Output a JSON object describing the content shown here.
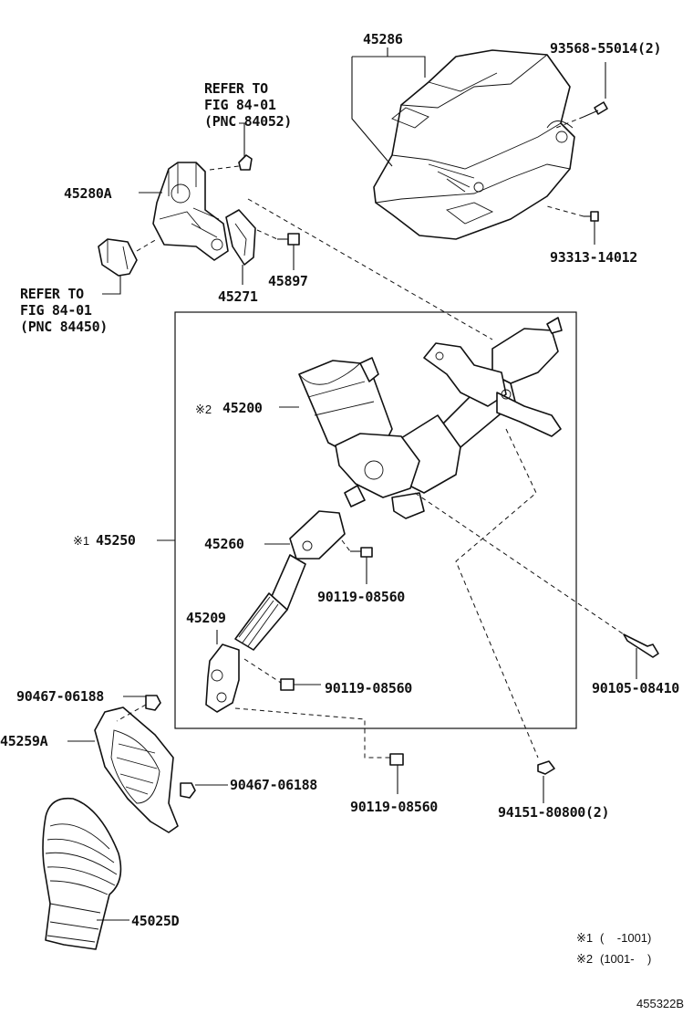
{
  "diagram_id": "455322B",
  "callouts": {
    "c45286": "45286",
    "c93568": "93568-55014(2)",
    "c93313": "93313-14012",
    "refer_a_1": "REFER TO",
    "refer_a_2": "FIG 84-01",
    "refer_a_3": "(PNC 84052)",
    "c45280A": "45280A",
    "c45897": "45897",
    "c45271": "45271",
    "refer_b_1": "REFER TO",
    "refer_b_2": "FIG 84-01",
    "refer_b_3": "(PNC 84450)",
    "c45200_mark": "※2",
    "c45200": "45200",
    "c45250_mark": "※1",
    "c45250": "45250",
    "c45260": "45260",
    "c90119a": "90119-08560",
    "c45209": "45209",
    "c90119b": "90119-08560",
    "c90105": "90105-08410",
    "c90467a": "90467-06188",
    "c45259A": "45259A",
    "c90467b": "90467-06188",
    "c90119c": "90119-08560",
    "c94151": "94151-80800(2)",
    "c45025D": "45025D"
  },
  "notes": {
    "n1_mark": "※1",
    "n1_text": "(    -1001)",
    "n2_mark": "※2",
    "n2_text": "(1001-    )"
  }
}
